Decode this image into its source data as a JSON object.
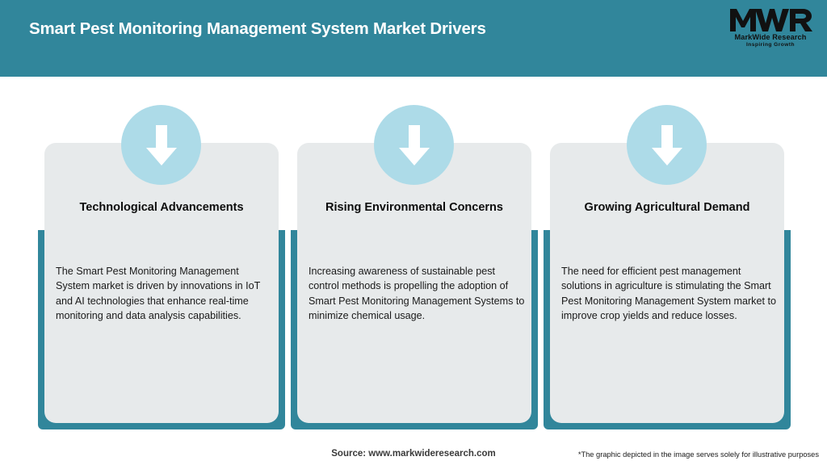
{
  "header": {
    "title": "Smart Pest Monitoring Management System Market Drivers",
    "background_color": "#31869b",
    "title_color": "#ffffff",
    "logo": {
      "mark": "MWR",
      "name": "MarkWide Research",
      "tagline": "Inspiring Growth"
    }
  },
  "cards": [
    {
      "icon": "arrow-down-icon",
      "title": "Technological Advancements",
      "body": "The Smart Pest Monitoring Management System market is driven by innovations in IoT and AI technologies that enhance real-time monitoring and data analysis capabilities."
    },
    {
      "icon": "arrow-down-icon",
      "title": "Rising Environmental Concerns",
      "body": "Increasing awareness of sustainable pest control methods is propelling the adoption of Smart Pest Monitoring Management Systems to minimize chemical usage."
    },
    {
      "icon": "arrow-down-icon",
      "title": "Growing Agricultural Demand",
      "body": "The need for efficient pest management solutions in agriculture is stimulating the Smart Pest Monitoring Management System market to improve crop yields and reduce losses."
    }
  ],
  "footer": {
    "source": "Source: www.markwideresearch.com",
    "disclaimer": "*The graphic depicted in the image serves solely for illustrative purposes"
  },
  "colors": {
    "accent_teal": "#31869b",
    "circle_blue": "#addbe8",
    "card_grey": "#e7eaeb",
    "page_background": "#ffffff"
  }
}
